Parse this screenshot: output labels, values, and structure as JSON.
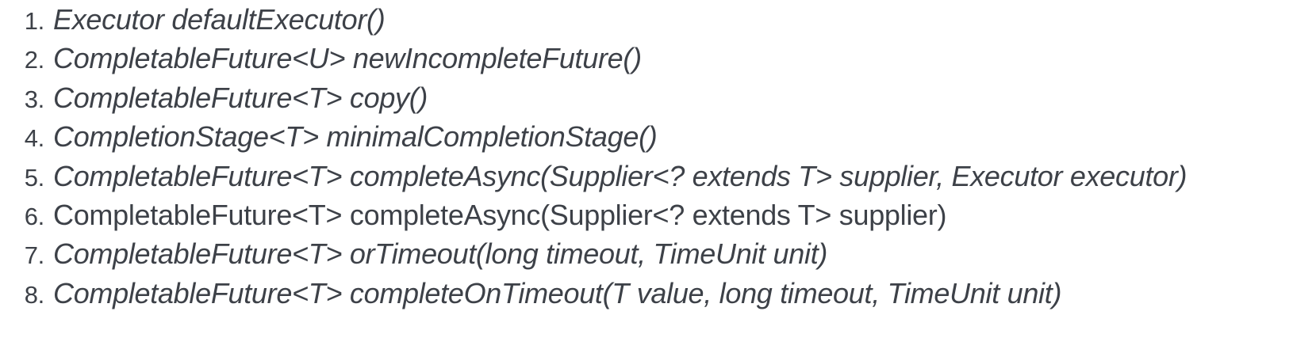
{
  "page": {
    "background_color": "#ffffff",
    "text_color": "#3d4148"
  },
  "list": {
    "items": [
      {
        "number": "1.",
        "text": "Executor defaultExecutor()",
        "italic": true
      },
      {
        "number": "2.",
        "text": "CompletableFuture<U> newIncompleteFuture()",
        "italic": true
      },
      {
        "number": "3.",
        "text": "CompletableFuture<T> copy()",
        "italic": true
      },
      {
        "number": "4.",
        "text": "CompletionStage<T> minimalCompletionStage()",
        "italic": true
      },
      {
        "number": "5.",
        "text": "CompletableFuture<T> completeAsync(Supplier<? extends T> supplier, Executor executor)",
        "italic": true
      },
      {
        "number": "6.",
        "text": "CompletableFuture<T> completeAsync(Supplier<? extends T> supplier)",
        "italic": false
      },
      {
        "number": "7.",
        "text": "CompletableFuture<T> orTimeout(long timeout, TimeUnit unit)",
        "italic": true
      },
      {
        "number": "8.",
        "text": "CompletableFuture<T> completeOnTimeout(T value, long timeout, TimeUnit unit)",
        "italic": true
      }
    ]
  }
}
